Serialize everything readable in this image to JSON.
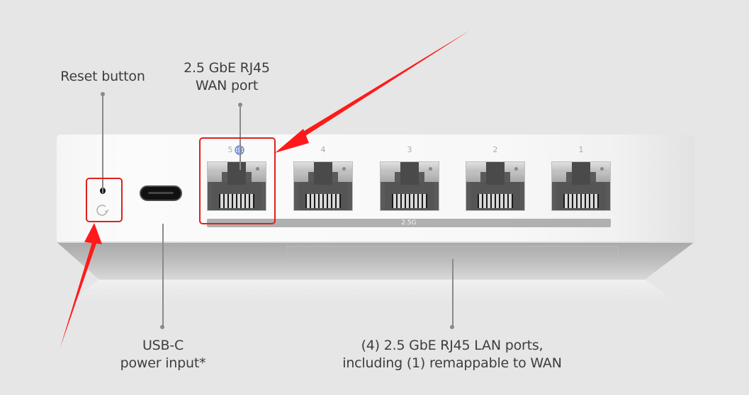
{
  "labels": {
    "reset": "Reset button",
    "wan_line1": "2.5 GbE RJ45",
    "wan_line2": "WAN port",
    "usbc_line1": "USB-C",
    "usbc_line2": "power input*",
    "lan_line1": "(4) 2.5 GbE RJ45 LAN ports,",
    "lan_line2": "including (1) remappable to WAN"
  },
  "device": {
    "ports": [
      {
        "number": "5",
        "role": "WAN",
        "icon": "globe-icon"
      },
      {
        "number": "4",
        "role": "LAN"
      },
      {
        "number": "3",
        "role": "LAN"
      },
      {
        "number": "2",
        "role": "LAN"
      },
      {
        "number": "1",
        "role": "LAN"
      }
    ],
    "speed_band_label": "2.5G",
    "reset_icon": "reset-icon",
    "usb_port": "usb-c-port"
  },
  "annotations": {
    "highlight_color": "#e0201c",
    "arrow_color": "#ff1a1a",
    "highlighted": [
      "reset-button",
      "wan-port-5"
    ]
  },
  "colors": {
    "background": "#e6e6e6",
    "device_body": "#f8f8f8",
    "label_text": "#3d3d3d",
    "leader_line": "#8a8a8a",
    "wan_globe": "#5b7fd6"
  }
}
